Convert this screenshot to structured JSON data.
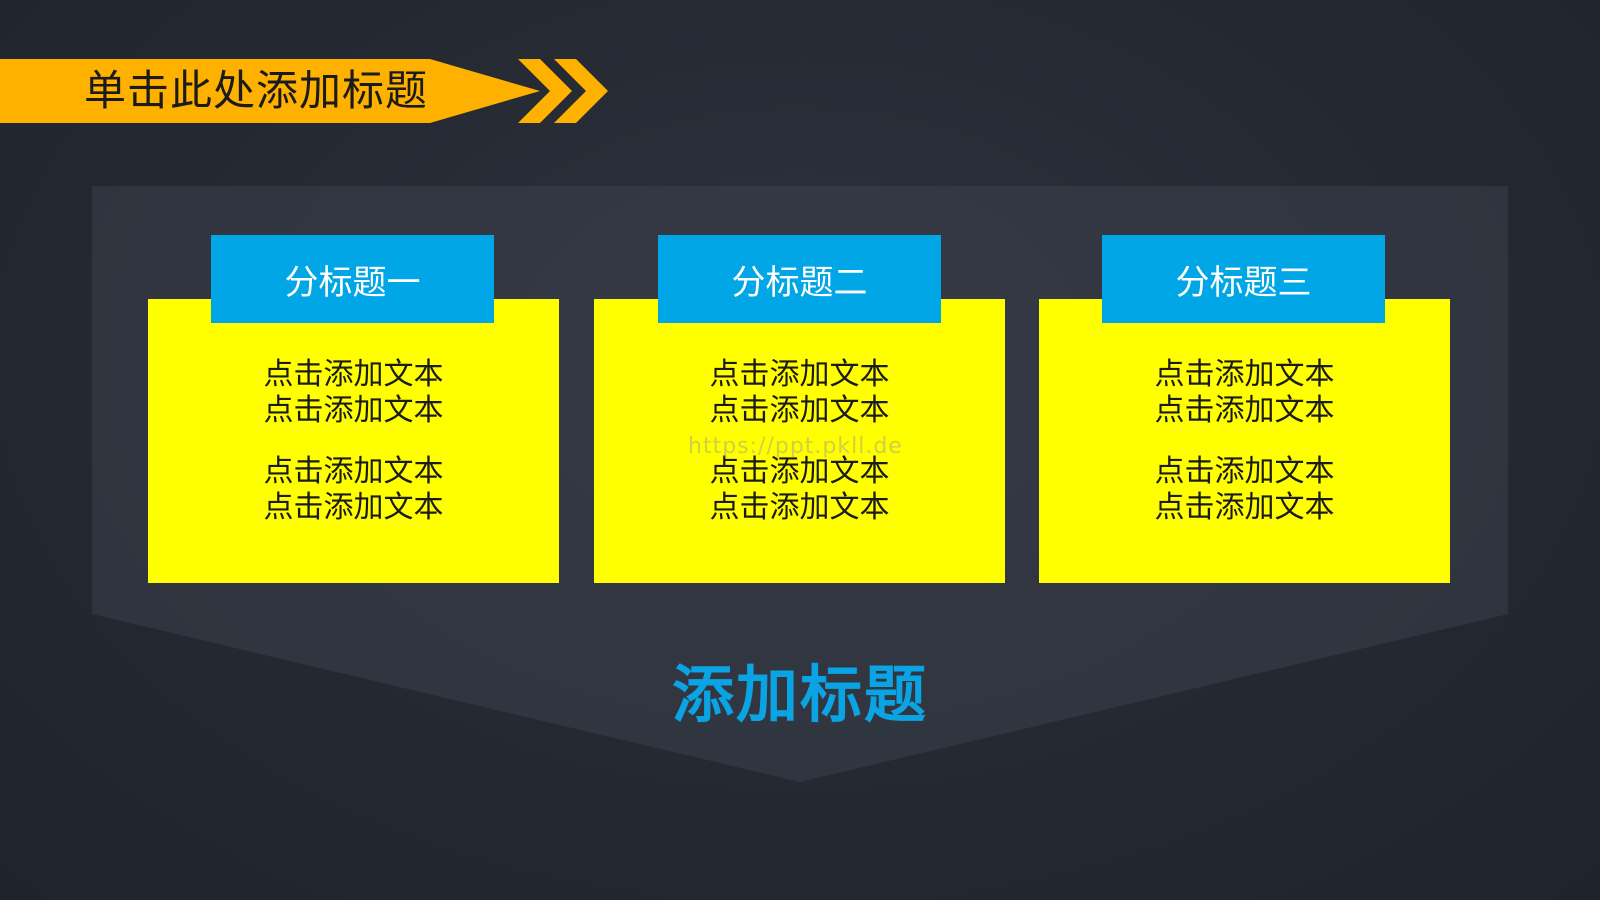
{
  "slide": {
    "title": "单击此处添加标题",
    "bottom_title": "添加标题",
    "watermark": "https://ppt.pkll.de"
  },
  "colors": {
    "accent_orange": "#ffb100",
    "card_yellow": "#ffff00",
    "tab_blue": "#00a6e6",
    "title_blue": "#0aa3e3"
  },
  "cards": [
    {
      "title": "分标题一",
      "lines": [
        "点击添加文本",
        "点击添加文本",
        "点击添加文本",
        "点击添加文本"
      ]
    },
    {
      "title": "分标题二",
      "lines": [
        "点击添加文本",
        "点击添加文本",
        "点击添加文本",
        "点击添加文本"
      ]
    },
    {
      "title": "分标题三",
      "lines": [
        "点击添加文本",
        "点击添加文本",
        "点击添加文本",
        "点击添加文本"
      ]
    }
  ]
}
